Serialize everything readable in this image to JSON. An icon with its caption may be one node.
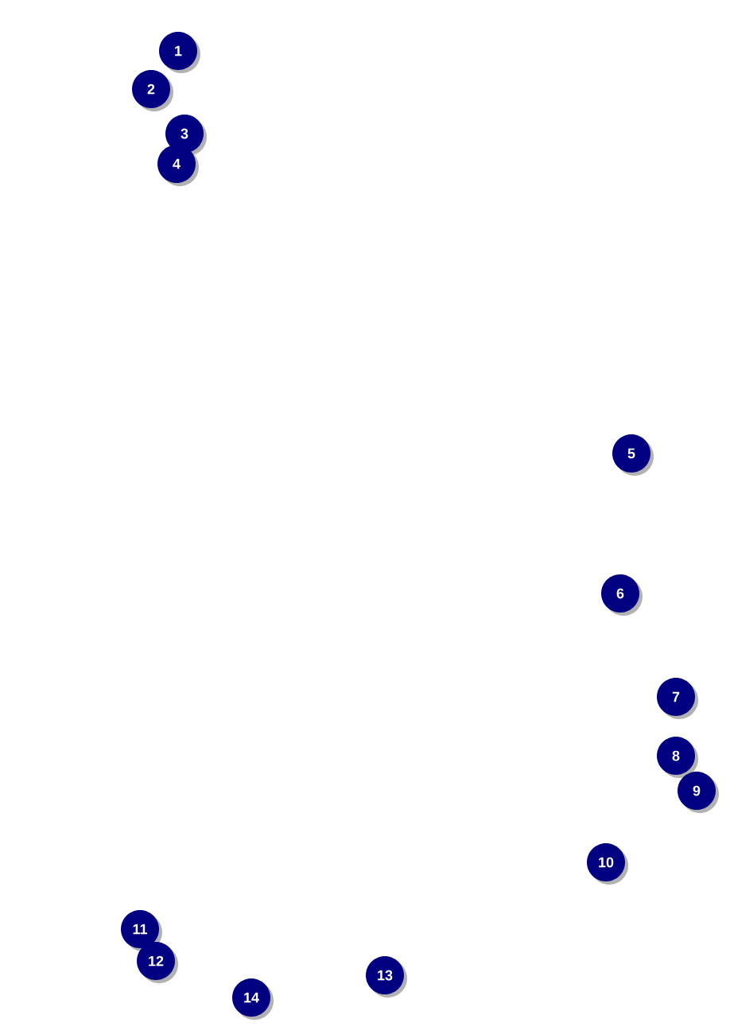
{
  "diagram": {
    "labels": [
      "1",
      "2",
      "3",
      "4",
      "5",
      "6",
      "7",
      "8",
      "9",
      "10",
      "11",
      "12",
      "13",
      "14"
    ]
  }
}
